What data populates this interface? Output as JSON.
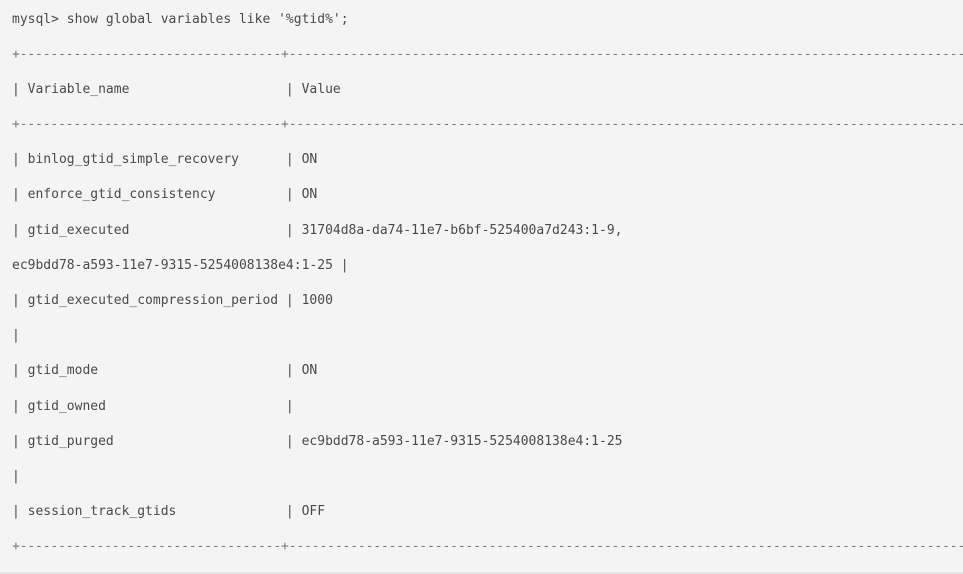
{
  "console": {
    "prompt": "mysql> show global variables like '%gtid%';",
    "lines": [
      "+----------------------------------+-----------------------------------------------------------------------------------------+",
      "| Variable_name                    | Value                                                                                  |",
      "+----------------------------------+-----------------------------------------------------------------------------------------+",
      "| binlog_gtid_simple_recovery      | ON                                                                                     |",
      "| enforce_gtid_consistency         | ON                                                                                     |",
      "| gtid_executed                    | 31704d8a-da74-11e7-b6bf-525400a7d243:1-9,",
      "ec9bdd78-a593-11e7-9315-5254008138e4:1-25 |",
      "| gtid_executed_compression_period | 1000",
      "|",
      "| gtid_mode                        | ON                                                                                     |",
      "| gtid_owned                       |                                                                                        |",
      "| gtid_purged                      | ec9bdd78-a593-11e7-9315-5254008138e4:1-25",
      "|",
      "| session_track_gtids              | OFF                                                                                    |",
      "+----------------------------------+-----------------------------------------------------------------------------------------+"
    ]
  }
}
